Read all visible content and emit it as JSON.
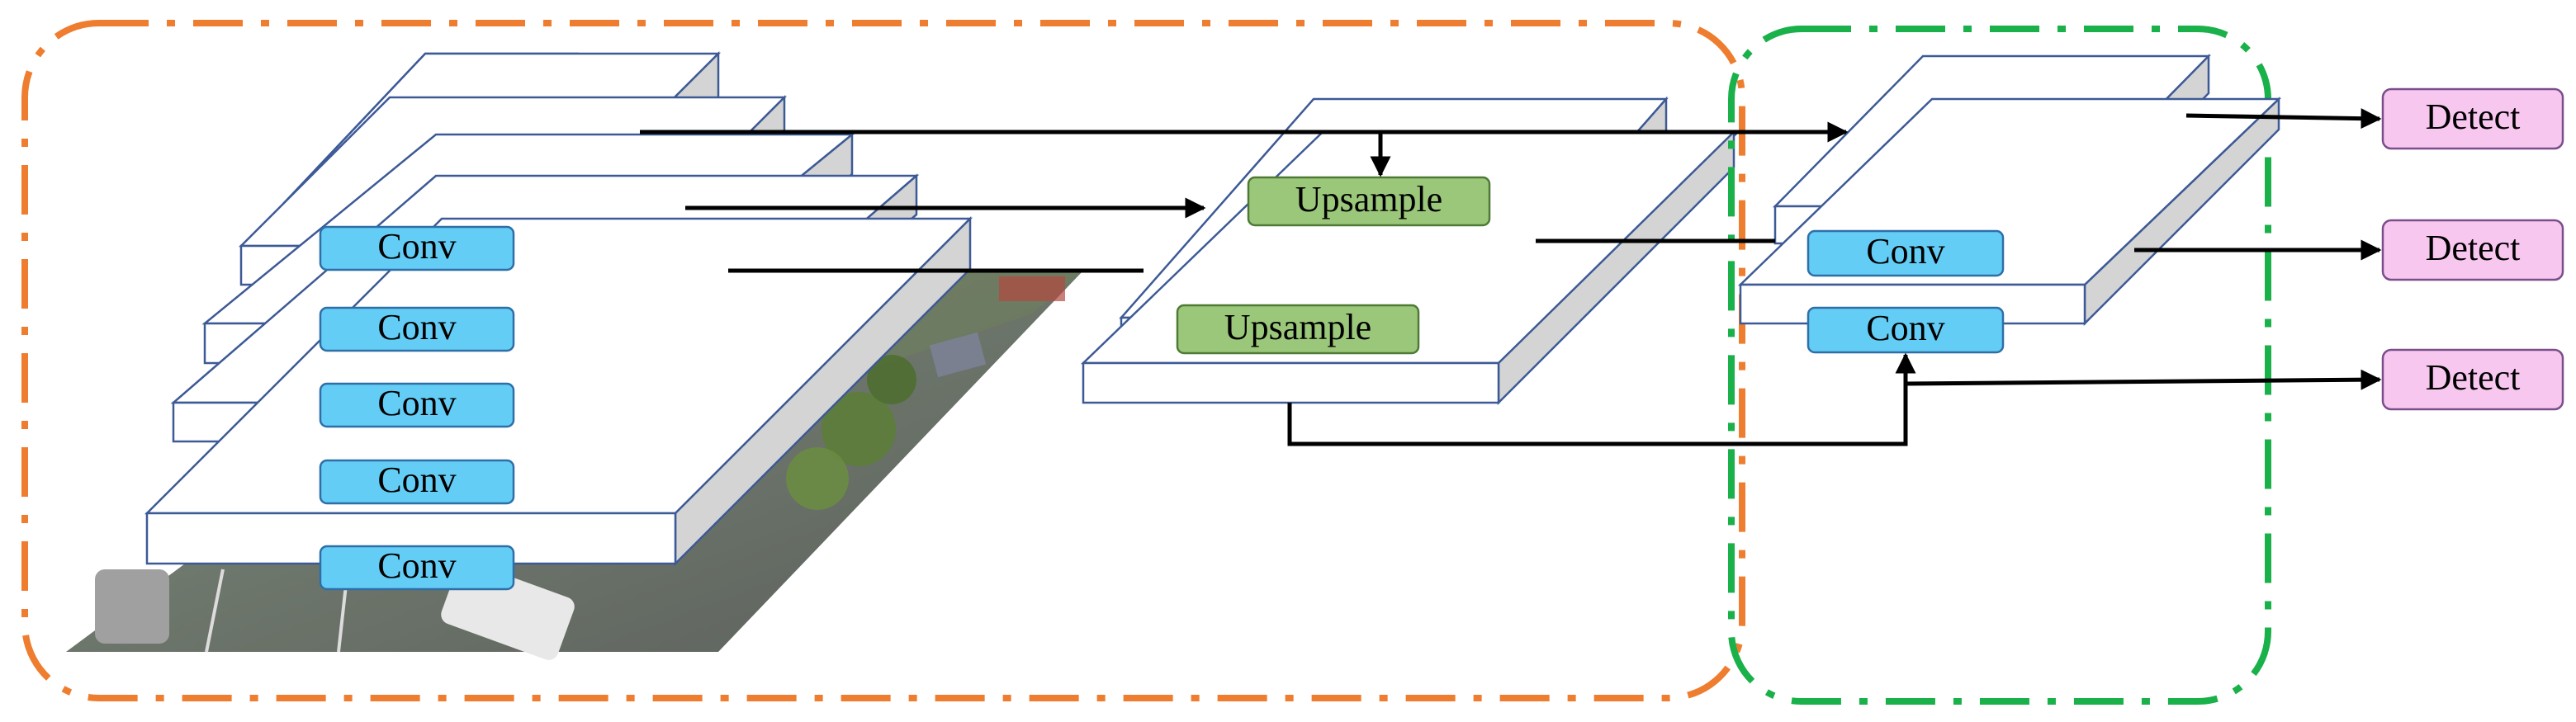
{
  "colors": {
    "backbone_border": "#ee7d2f",
    "head_border": "#1ab04a",
    "conv_fill": "#63cdf5",
    "upsample_fill": "#9bc77a",
    "detect_fill": "#f8c7f0"
  },
  "backbone": {
    "conv_labels": [
      "Conv",
      "Conv",
      "Conv",
      "Conv",
      "Conv"
    ]
  },
  "neck": {
    "upsample_labels": [
      "Upsample",
      "Upsample"
    ]
  },
  "head": {
    "conv_labels": [
      "Conv",
      "Conv"
    ],
    "detect_labels": [
      "Detect",
      "Detect",
      "Detect"
    ]
  }
}
